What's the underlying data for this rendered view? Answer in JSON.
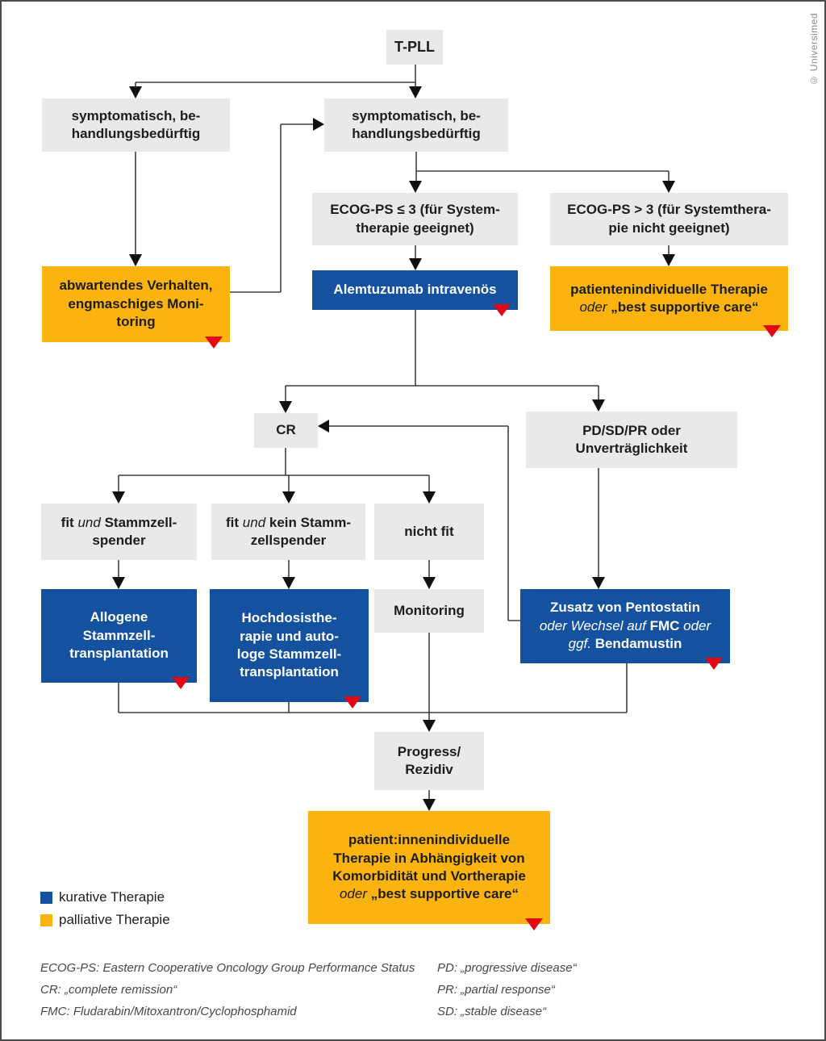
{
  "copyright": "© Universimed",
  "colors": {
    "curative_blue": "#14519f",
    "palliative_orange": "#fbb40f",
    "marker_red": "#e30613",
    "node_gray": "#e9e9e9"
  },
  "nodes": {
    "tpll": {
      "label": "T-PLL"
    },
    "sympt_left": {
      "line1": "symptomatisch, be-",
      "line2": "handlungsbedürftig"
    },
    "sympt_right": {
      "line1": "symptomatisch, be-",
      "line2": "handlungsbedürftig"
    },
    "ecog_le3": {
      "line1": "ECOG-PS ≤ 3 (für System-",
      "line2": "therapie geeignet)"
    },
    "ecog_gt3": {
      "line1": "ECOG-PS > 3 (für Systemthera-",
      "line2": "pie nicht geeignet)"
    },
    "alemtuzumab": {
      "label": "Alemtuzumab intravenös"
    },
    "pat_individual": {
      "line1": "patientenindividuelle Therapie",
      "l2_italic": "oder",
      "l2_bold": "„best supportive care“"
    },
    "watchful": {
      "line1": "abwartendes Verhalten,",
      "line2": "engmaschiges Moni-",
      "line3": "toring"
    },
    "cr": {
      "label": "CR"
    },
    "pd": {
      "line1": "PD/SD/PR oder",
      "line2": "Unverträglichkeit"
    },
    "fit_donor": {
      "fit": "fit",
      "und": "und",
      "rest1": "Stammzell-",
      "rest2": "spender"
    },
    "fit_nodonor": {
      "fit": "fit",
      "und": "und",
      "rest1": "kein Stamm-",
      "rest2": "zellspender"
    },
    "not_fit": {
      "label": "nicht fit"
    },
    "allo_sct": {
      "line1": "Allogene",
      "line2": "Stammzell-",
      "line3": "transplantation"
    },
    "hochdosis": {
      "line1": "Hochdosisthe-",
      "line2": "rapie und auto-",
      "line3": "loge Stammzell-",
      "line4": "transplantation"
    },
    "monitoring": {
      "label": "Monitoring"
    },
    "pentostatin": {
      "line1": "Zusatz von Pentostatin",
      "l2_it1": "oder Wechsel auf",
      "l2_bold": "FMC",
      "l2_it2": "oder",
      "l3_it": "ggf.",
      "l3_bold": "Bendamustin"
    },
    "progress": {
      "line1": "Progress/",
      "line2": "Rezidiv"
    },
    "final_therapy": {
      "line1": "patient:innenindividuelle",
      "line2": "Therapie in Abhängigkeit von",
      "line3": "Komorbidität und Vortherapie",
      "l4_italic": "oder",
      "l4_bold": "„best supportive care“"
    }
  },
  "legend": {
    "items": [
      {
        "label": "kurative Therapie",
        "color": "#14519f"
      },
      {
        "label": "palliative Therapie",
        "color": "#fbb40f"
      }
    ]
  },
  "footnotes": {
    "left": [
      "ECOG-PS: Eastern Cooperative Oncology Group Performance Status",
      "CR: „complete remission“",
      "FMC: Fludarabin/Mitoxantron/Cyclophosphamid"
    ],
    "right": [
      "PD: „progressive disease“",
      "PR: „partial response“",
      "SD: „stable disease“"
    ]
  }
}
